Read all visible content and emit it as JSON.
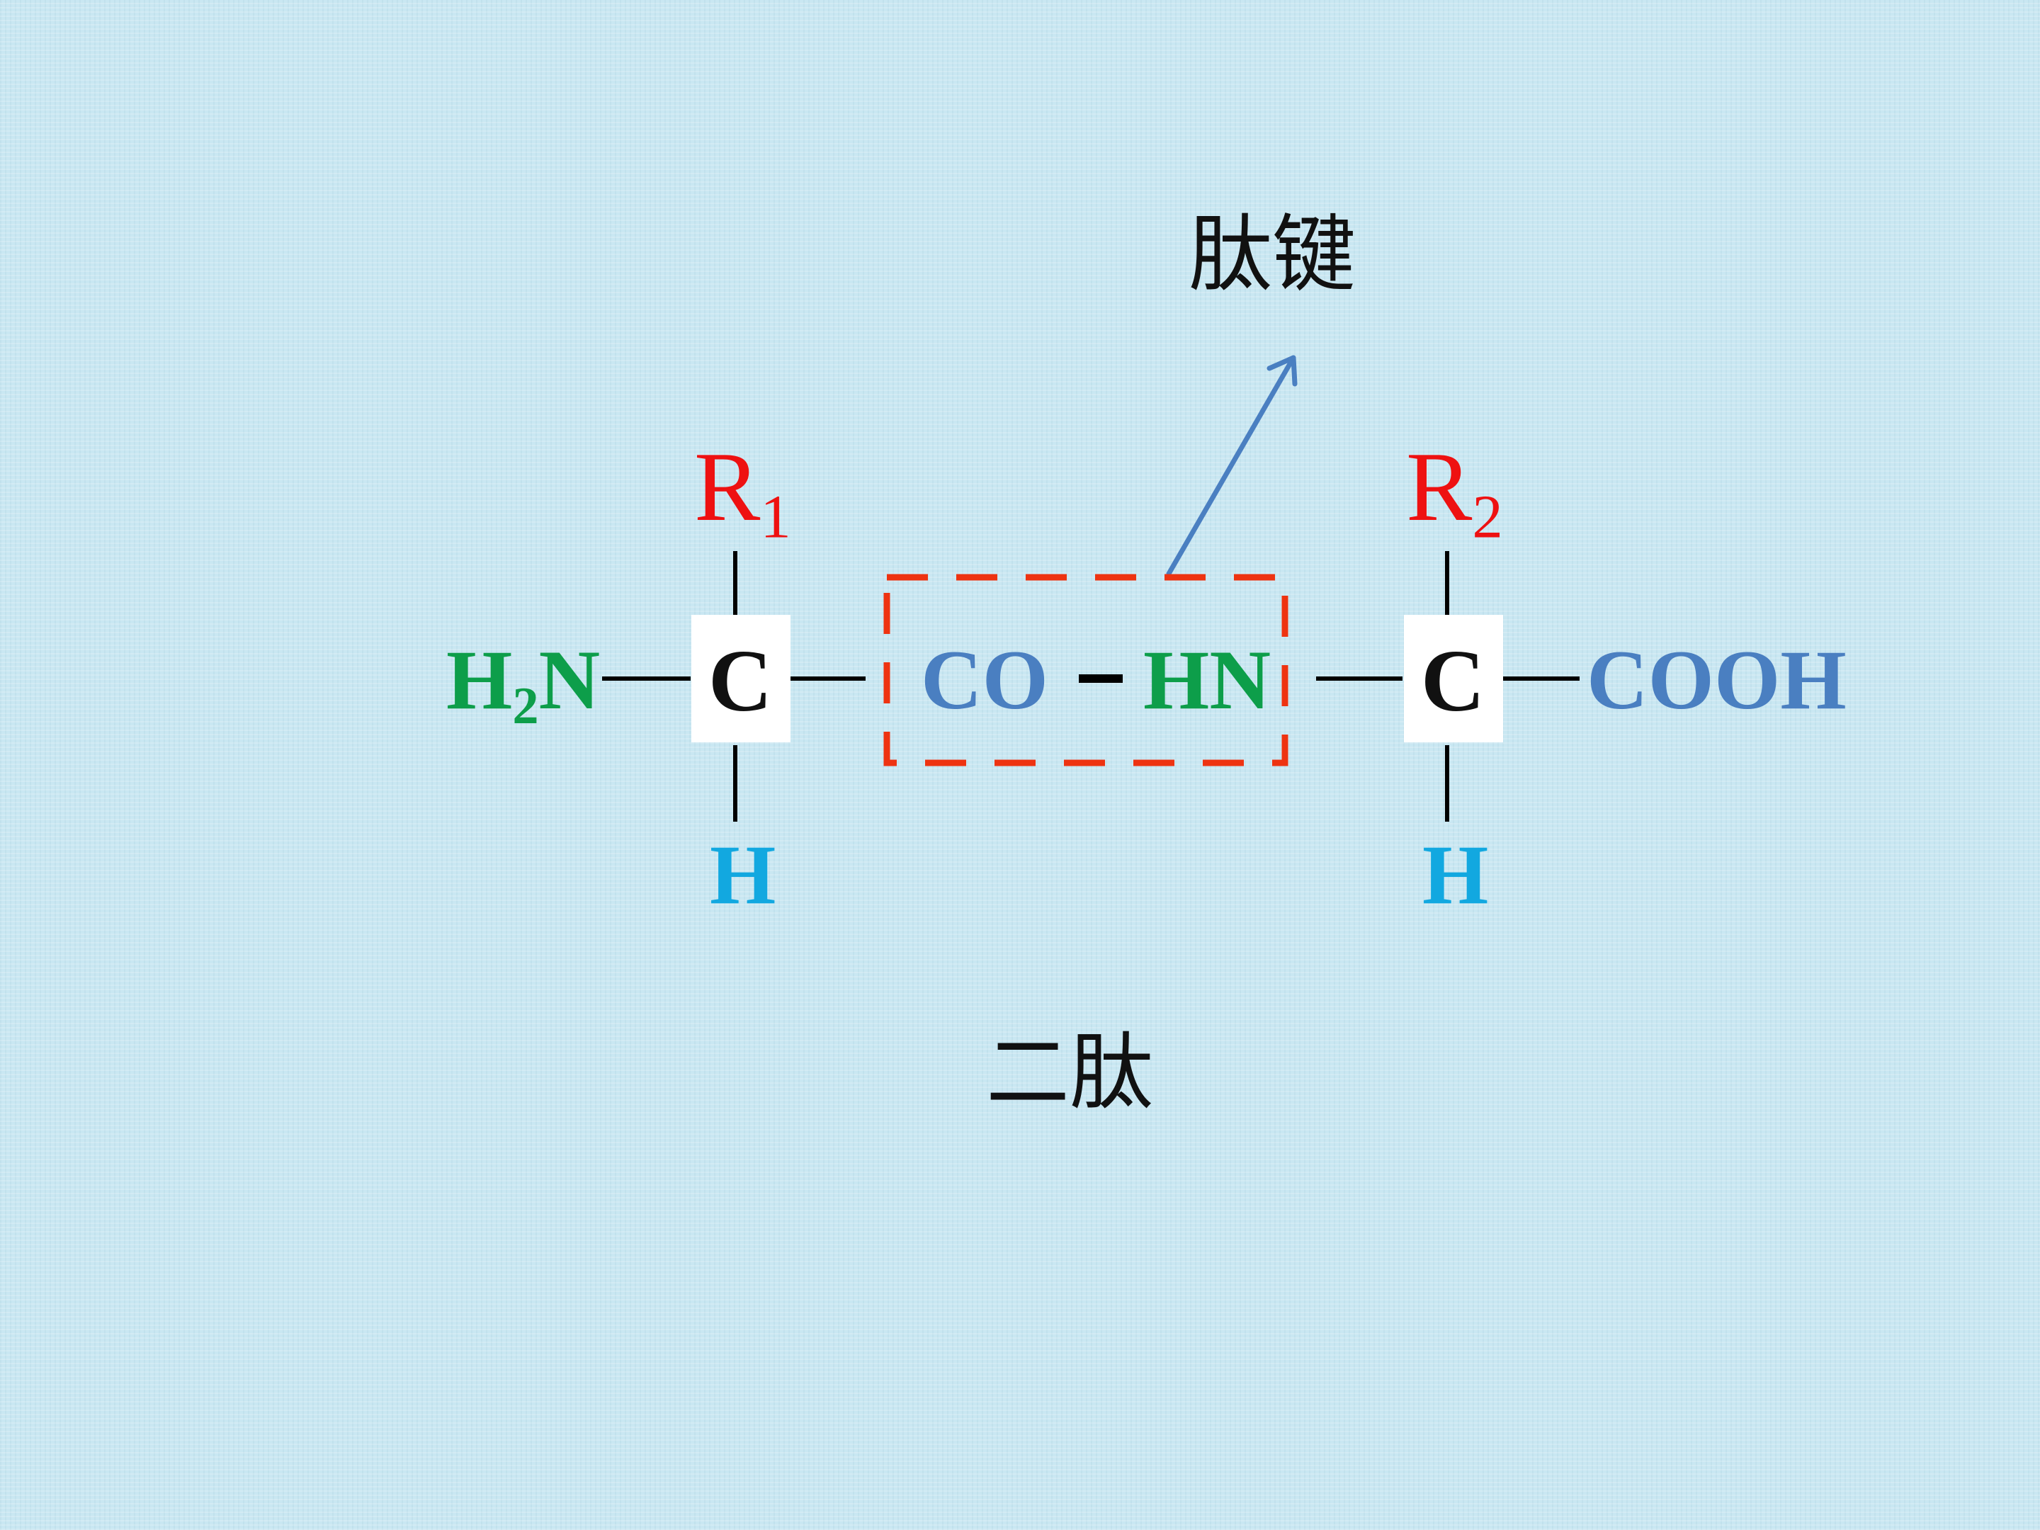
{
  "labels": {
    "peptide_bond": "肽键",
    "dipeptide": "二肽"
  },
  "residue1": {
    "r_main": "R",
    "r_sub": "1",
    "carbon": "C",
    "hydrogen": "H",
    "amino_main": "H",
    "amino_sub": "2",
    "amino_tail": "N"
  },
  "peptide": {
    "co": "CO",
    "dash": "-",
    "hn": "HN"
  },
  "residue2": {
    "r_main": "R",
    "r_sub": "2",
    "carbon": "C",
    "hydrogen": "H",
    "carboxyl": "COOH"
  },
  "colors": {
    "r_group": "#ee1111",
    "amino": "#0d9e4a",
    "carbonyl": "#4a7fc1",
    "hydrogen": "#12a8e0",
    "highlight_box": "#ee3311",
    "arrow": "#4a7fc1",
    "text": "#111111"
  }
}
